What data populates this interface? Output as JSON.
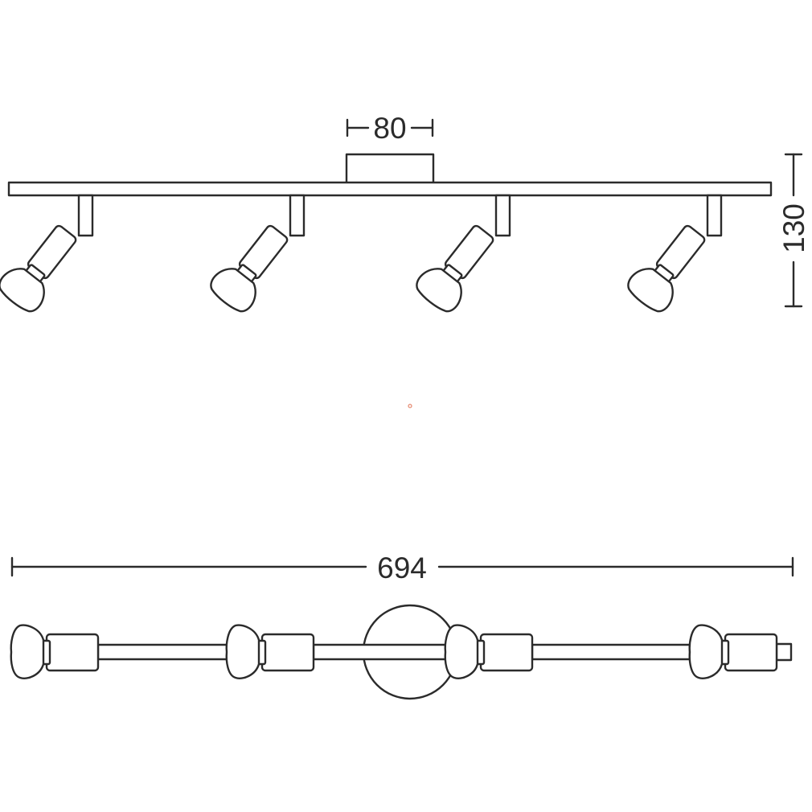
{
  "dimensions": {
    "canopy_width": "80",
    "height": "130",
    "total_length": "694"
  },
  "fixture": {
    "spotlight_count": 4
  },
  "colors": {
    "line": "#2b2b2b",
    "background": "#ffffff",
    "marker": "#e07050"
  }
}
